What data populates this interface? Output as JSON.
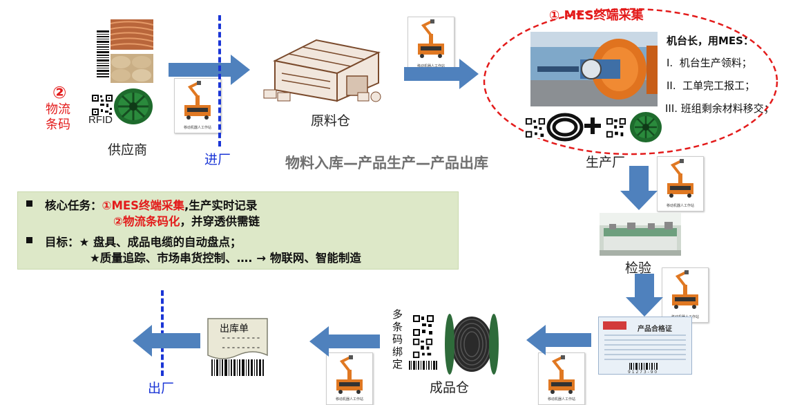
{
  "title": "物料入库—产品生产—产品出库",
  "supplier": {
    "label": "供应商",
    "rfid": "RFID",
    "circle_num": "②",
    "logistics_barcode": "物流\n条码"
  },
  "warehouse_in": {
    "label": "原料仓"
  },
  "enter_factory": {
    "label": "进厂"
  },
  "production": {
    "label": "生产厂",
    "mes_title": "① MES终端采集",
    "mes_note_title": "机台长，用MES：",
    "mes_items": [
      "I.  机台生产领料；",
      "II.  工单完工报工；",
      "III. 班组剩余材料移交；"
    ]
  },
  "inspection": {
    "label": "检验"
  },
  "finished_warehouse": {
    "label": "成品仓",
    "multi_barcode": "多\n条\n码\n绑\n定"
  },
  "exit_factory": {
    "label": "出厂"
  },
  "outbound_doc": {
    "title": "出库单",
    "lines": "--------\n--------"
  },
  "certificate": {
    "title": "产品合格证",
    "barcode_text": "9 1 2 7 3 - 9 0"
  },
  "robot_caption": "移动机器人工作站",
  "panel": {
    "row1_prefix": "核心任务：",
    "row1_red": "①MES终端采集",
    "row1_rest": ",生产实时记录",
    "row2_red": "②物流条码化",
    "row2_rest": "，并穿透供需链",
    "row3": "目标：★ 盘具、成品电缆的自动盘点；",
    "row4": "★质量追踪、市场串货控制、…. → 物联网、智能制造"
  },
  "colors": {
    "arrow_blue": "#4f81bd",
    "dash_red": "#e31b1b",
    "dash_blue": "#1a35d6",
    "panel_bg": "#dde8c8"
  }
}
